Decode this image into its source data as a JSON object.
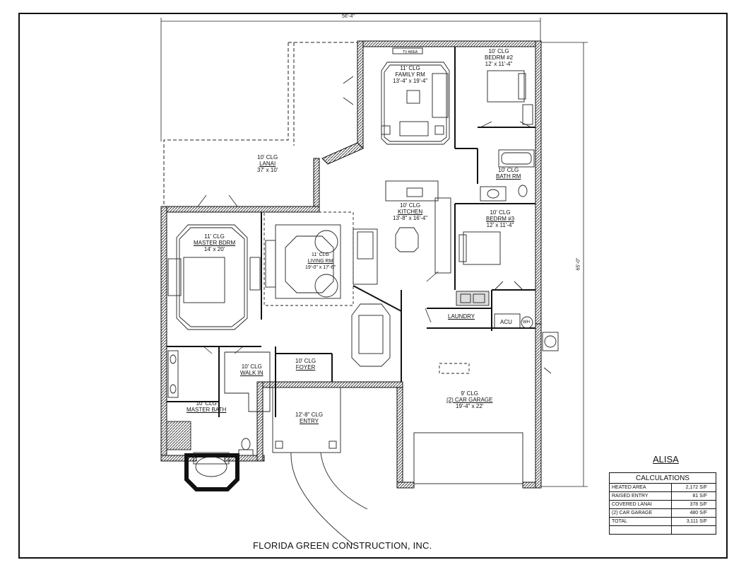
{
  "plan": {
    "name": "ALISA",
    "company": "FLORIDA GREEN CONSTRUCTION, INC.",
    "dimensions": {
      "width": "56'-4\"",
      "depth": "65'-0\""
    },
    "rooms": {
      "family": {
        "clg": "11' CLG",
        "name": "FAMILY RM",
        "size": "13'-4\" x 19'-4\"",
        "tv": "TV AREA"
      },
      "bed2": {
        "clg": "10' CLG",
        "name": "BEDRM #2",
        "size": "12' x 11'-4\""
      },
      "lanai": {
        "clg": "10' CLG",
        "name": "LANAI",
        "size": "37' x 10'"
      },
      "bath": {
        "clg": "10' CLG",
        "name": "BATH RM"
      },
      "kitchen": {
        "clg": "10' CLG",
        "name": "KITCHEN",
        "size": "13'-8\" x 16'-4\""
      },
      "bed3": {
        "clg": "10' CLG",
        "name": "BEDRM #3",
        "size": "12' x 11'-4\""
      },
      "master": {
        "clg": "11' CLG",
        "name": "MASTER BDRM",
        "size": "14' x 20'"
      },
      "living": {
        "clg": "11' CLG",
        "name": "LIVING RM",
        "size": "19'-0\" x 17'-6\""
      },
      "laundry": {
        "name": "LAUNDRY"
      },
      "acu": {
        "name": "ACU"
      },
      "wh": {
        "name": "WH"
      },
      "walkin": {
        "clg": "10' CLG",
        "name": "WALK IN"
      },
      "foyer": {
        "clg": "10' CLG",
        "name": "FOYER"
      },
      "garage": {
        "clg": "9' CLG",
        "name": "(2) CAR GARAGE",
        "size": "19'-4\" x 22'"
      },
      "masterbath": {
        "clg": "10' CLG",
        "name": "MASTER BATH"
      },
      "entry": {
        "clg": "12'-8\" CLG",
        "name": "ENTRY"
      }
    },
    "calculations": {
      "title": "CALCULATIONS",
      "rows": [
        {
          "label": "HEATED AREA",
          "value": "2,172 S/F"
        },
        {
          "label": "RAISED ENTRY",
          "value": "81 S/F"
        },
        {
          "label": "COVERED LANAI",
          "value": "378 S/F"
        },
        {
          "label": "(2) CAR GARAGE",
          "value": "480 S/F"
        },
        {
          "label": "TOTAL",
          "value": "3,111 S/F"
        },
        {
          "label": "",
          "value": ""
        }
      ]
    },
    "colors": {
      "line": "#111111",
      "wall_hatch": "#555555",
      "background": "#ffffff"
    }
  }
}
